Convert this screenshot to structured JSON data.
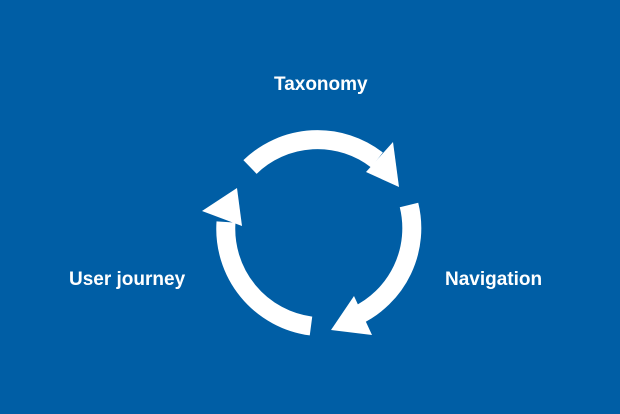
{
  "diagram": {
    "colors": {
      "background": "#005ea5",
      "foreground": "#ffffff"
    },
    "nodes": [
      {
        "id": "taxonomy",
        "label": "Taxonomy"
      },
      {
        "id": "navigation",
        "label": "Navigation"
      },
      {
        "id": "user-journey",
        "label": "User journey"
      }
    ],
    "edges": [
      {
        "from": "taxonomy",
        "to": "navigation",
        "style": "curved-arrow"
      },
      {
        "from": "navigation",
        "to": "user-journey",
        "style": "curved-arrow"
      },
      {
        "from": "user-journey",
        "to": "taxonomy",
        "style": "curved-arrow"
      }
    ]
  }
}
